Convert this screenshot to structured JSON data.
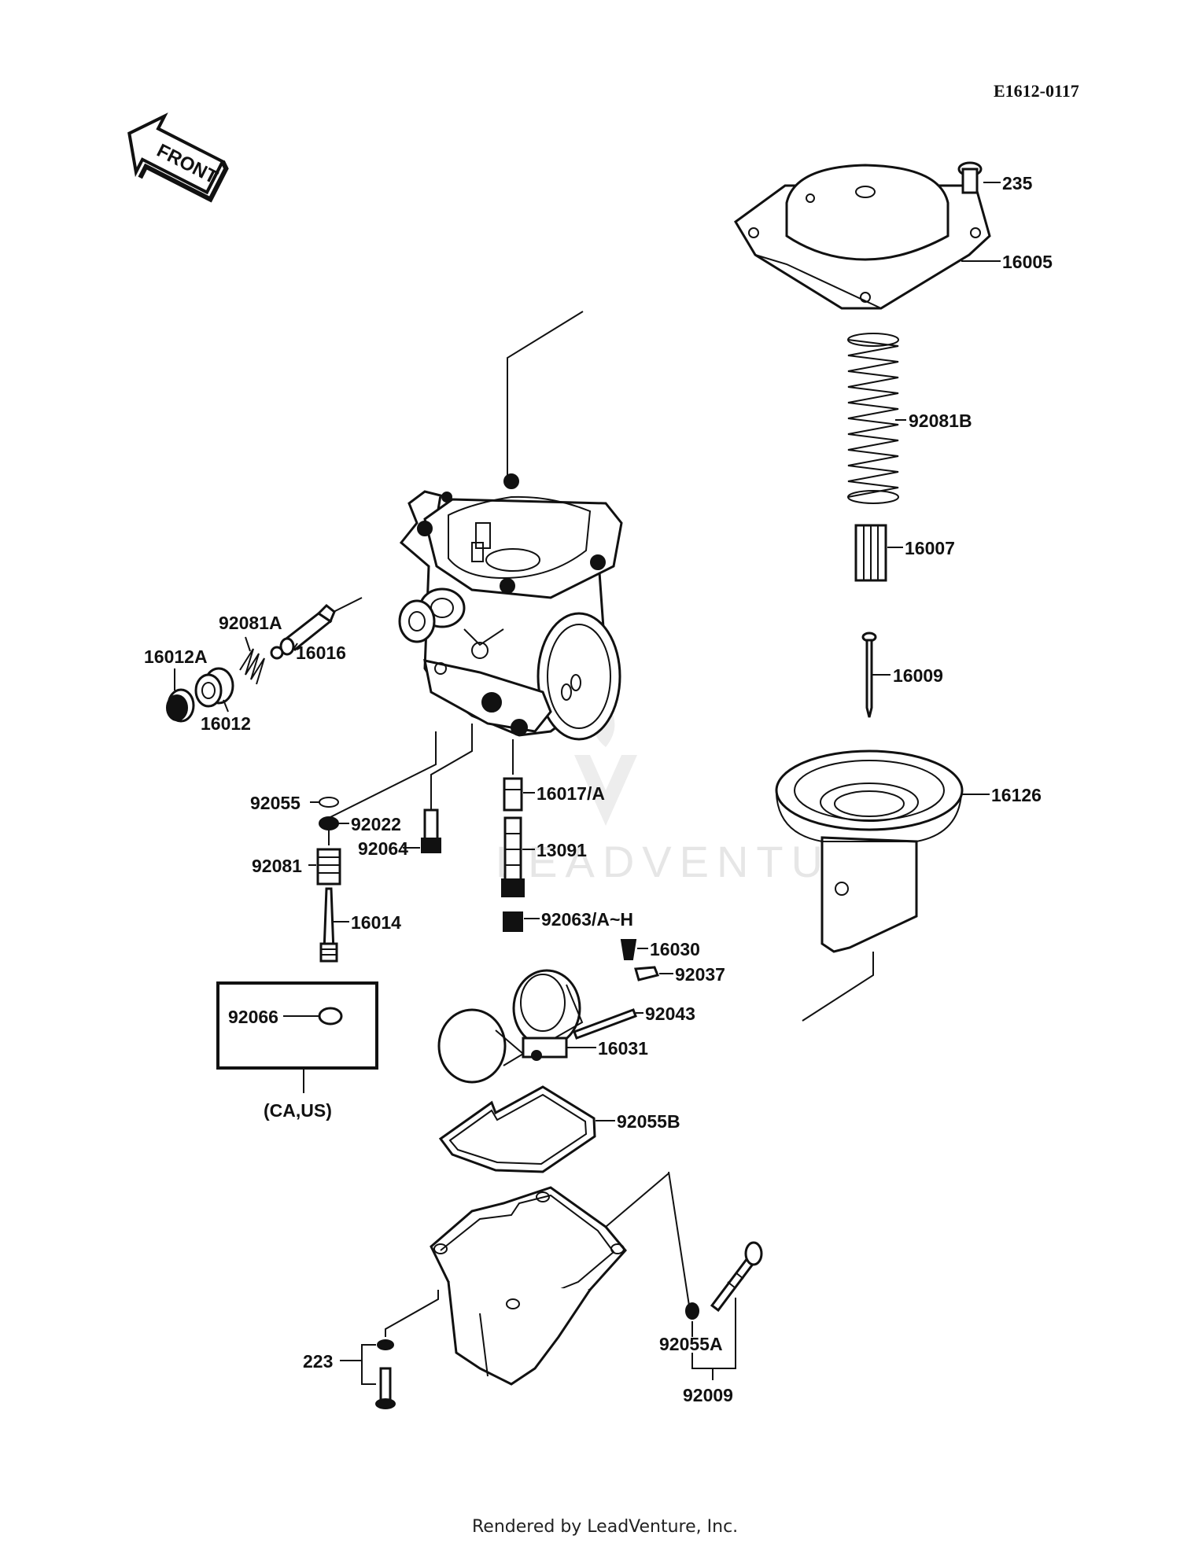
{
  "diagram_code": "E1612-0117",
  "front_arrow": "FRONT",
  "watermark": "LEADVENTURE",
  "footer": "Rendered by LeadVenture, Inc.",
  "variant_note": "(CA,US)",
  "parts": {
    "p235": "235",
    "p16005": "16005",
    "p92081B": "92081B",
    "p16007": "16007",
    "p16009": "16009",
    "p16126": "16126",
    "p92081A": "92081A",
    "p16016": "16016",
    "p16012A": "16012A",
    "p16012": "16012",
    "p92055": "92055",
    "p92022": "92022",
    "p92064": "92064",
    "p92081": "92081",
    "p16014": "16014",
    "p16017A": "16017/A",
    "p13091": "13091",
    "p92063": "92063/A~H",
    "p16030": "16030",
    "p92037": "92037",
    "p92043": "92043",
    "p16031": "16031",
    "p92066": "92066",
    "p92055B": "92055B",
    "p223": "223",
    "p92055A": "92055A",
    "p92009": "92009"
  }
}
